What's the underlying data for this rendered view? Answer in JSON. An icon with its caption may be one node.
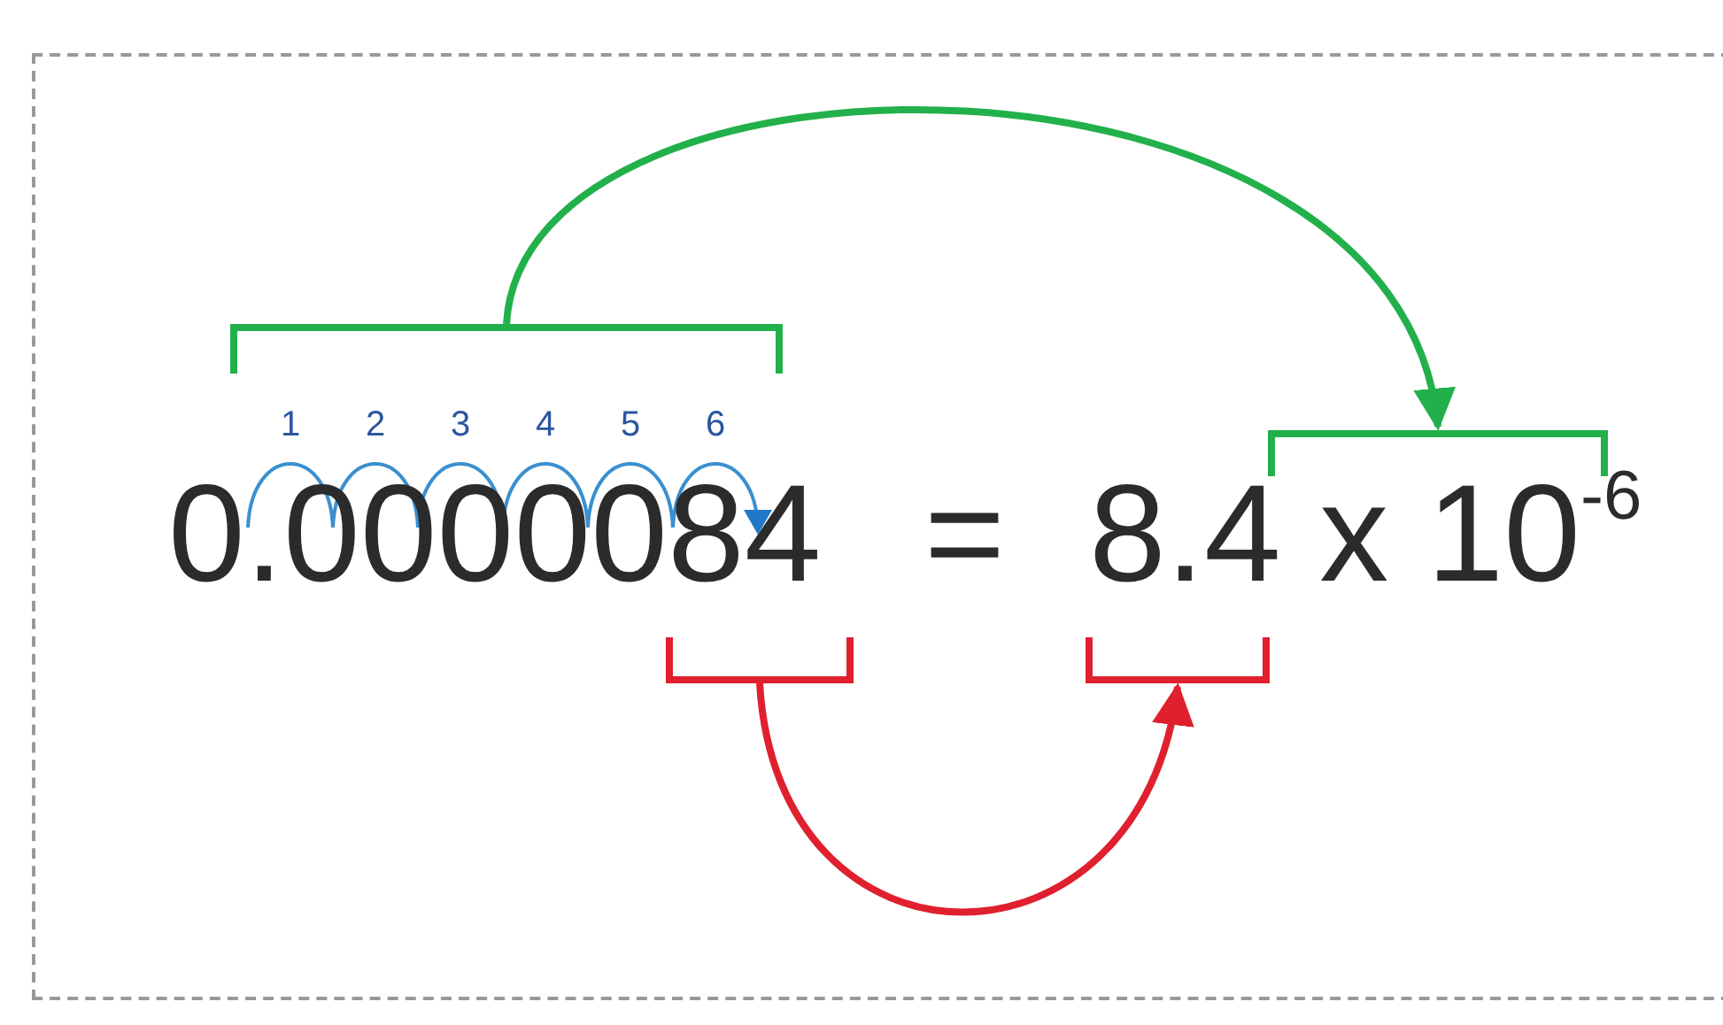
{
  "diagram": {
    "nodes": [
      {
        "text": [],
        "shape": "bracket"
      },
      {
        "text": [],
        "shape": "bracket"
      },
      {
        "text": [],
        "shape": "bracket"
      },
      {
        "text": [],
        "shape": "bracket"
      }
    ],
    "edges": [
      {
        "from": 0,
        "to": 1,
        "arrow": "to",
        "color": "#22b04b"
      },
      {
        "from": 2,
        "to": 3,
        "arrow": "to",
        "color": "#e0202e"
      }
    ],
    "labels": [
      "1",
      "2",
      "3",
      "4",
      "5",
      "6",
      "0.0000084",
      "=",
      "8.4 x 10$^{-6}$"
    ]
  }
}
